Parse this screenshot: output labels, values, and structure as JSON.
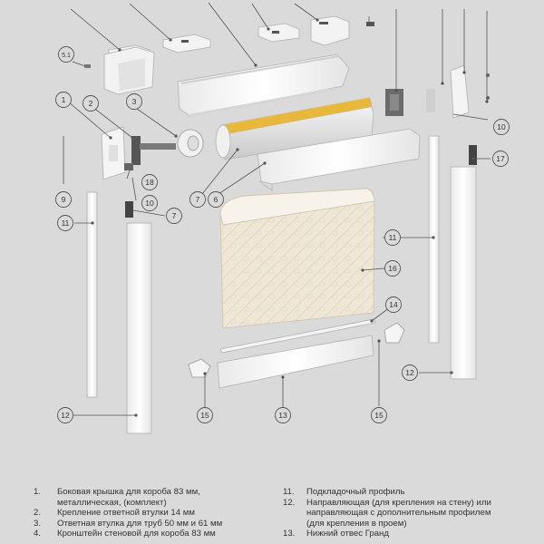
{
  "callouts": [
    {
      "id": "c1",
      "label": "1"
    },
    {
      "id": "c2",
      "label": "2"
    },
    {
      "id": "c3",
      "label": "3"
    },
    {
      "id": "c5_1",
      "label": "5.1"
    },
    {
      "id": "c6",
      "label": "6"
    },
    {
      "id": "c7a",
      "label": "7"
    },
    {
      "id": "c7b",
      "label": "7"
    },
    {
      "id": "c9",
      "label": "9"
    },
    {
      "id": "c10a",
      "label": "10"
    },
    {
      "id": "c10b",
      "label": "10"
    },
    {
      "id": "c11a",
      "label": "11"
    },
    {
      "id": "c11b",
      "label": "11"
    },
    {
      "id": "c12a",
      "label": "12"
    },
    {
      "id": "c12b",
      "label": "12"
    },
    {
      "id": "c13",
      "label": "13"
    },
    {
      "id": "c14",
      "label": "14"
    },
    {
      "id": "c15a",
      "label": "15"
    },
    {
      "id": "c15b",
      "label": "15"
    },
    {
      "id": "c16",
      "label": "16"
    },
    {
      "id": "c17",
      "label": "17"
    },
    {
      "id": "c18",
      "label": "18"
    }
  ],
  "legend_left": [
    {
      "num": "1.",
      "text": "Боковая крышка для короба 83 мм,"
    },
    {
      "num": "",
      "text": "металлическая, (комплект)"
    },
    {
      "num": "2.",
      "text": "Крепление ответной втулки 14 мм"
    },
    {
      "num": "3.",
      "text": "Ответная втулка для труб 50 мм и 61 мм"
    },
    {
      "num": "4.",
      "text": "Кронштейн стеновой для короба 83 мм"
    }
  ],
  "legend_right": [
    {
      "num": "11.",
      "text": "Подкладочный профиль"
    },
    {
      "num": "12.",
      "text": "Направляющая (для крепления на стену) или"
    },
    {
      "num": "",
      "text": "направляющая с дополнительным профилем"
    },
    {
      "num": "",
      "text": "(для крепления в проем)"
    },
    {
      "num": "13.",
      "text": "Нижний отвес Гранд"
    }
  ],
  "colors": {
    "background": "#dadada",
    "part_fill": "#f4f4f4",
    "part_stroke": "#b9b9b9",
    "leader": "#555555",
    "tube_tape": "#e8b83a",
    "fabric": "#ede5d3",
    "dark_part": "#4a4a4a"
  }
}
